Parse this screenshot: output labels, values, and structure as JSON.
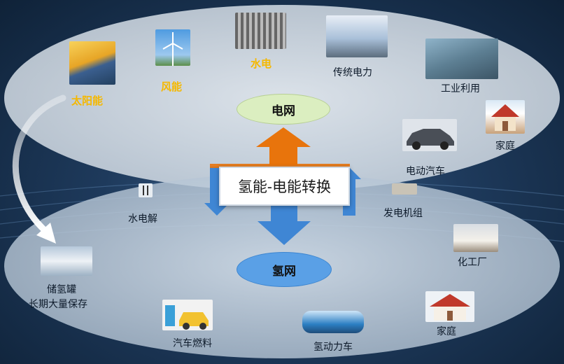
{
  "center": {
    "title": "氢能-电能转换"
  },
  "grid_node": {
    "label": "电网"
  },
  "hydrogen_node": {
    "label": "氢网"
  },
  "upper": {
    "solar": "太阳能",
    "wind": "风能",
    "hydro": "水电",
    "traditional": "传统电力",
    "industry": "工业利用",
    "home": "家庭",
    "ev": "电动汽车"
  },
  "middle": {
    "electrolysis": "水电解",
    "generator": "发电机组"
  },
  "lower": {
    "storage_line1": "储氢罐",
    "storage_line2": "长期大量保存",
    "chemical": "化工厂",
    "fuel": "汽车燃料",
    "fcv": "氢动力车",
    "home": "家庭"
  },
  "colors": {
    "gold_text": "#f5b800",
    "orange_arrow": "#e8740c",
    "blue_arrow": "#3f86d4",
    "pill_green": "#dbeec0",
    "pill_blue": "#5aa0e6"
  }
}
